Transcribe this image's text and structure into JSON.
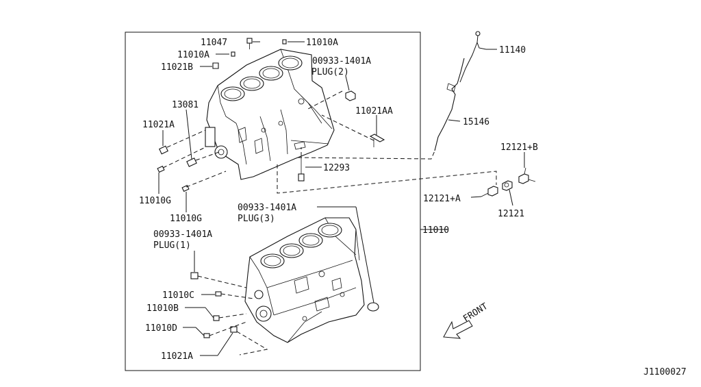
{
  "diagram": {
    "code": "J1100027",
    "front": "FRONT",
    "labels": {
      "p11047": "11047",
      "p11010A": "11010A",
      "p11010A_2": "11010A",
      "p11021B": "11021B",
      "p00933_top": "00933-1401A",
      "plug2": "PLUG(2)",
      "p11021AA": "11021AA",
      "p13081": "13081",
      "p11021A_top": "11021A",
      "p11010G_1": "11010G",
      "p11010G_2": "11010G",
      "p12293": "12293",
      "p11140": "11140",
      "p15146": "15146",
      "p12121B": "12121+B",
      "p12121A": "12121+A",
      "p12121": "12121",
      "p00933_mid": "00933-1401A",
      "plug3": "PLUG(3)",
      "p11010": "11010",
      "p00933_left": "00933-1401A",
      "plug1": "PLUG(1)",
      "p11010C": "11010C",
      "p11010B": "11010B",
      "p11010D": "11010D",
      "p11021A_bot": "11021A"
    }
  }
}
